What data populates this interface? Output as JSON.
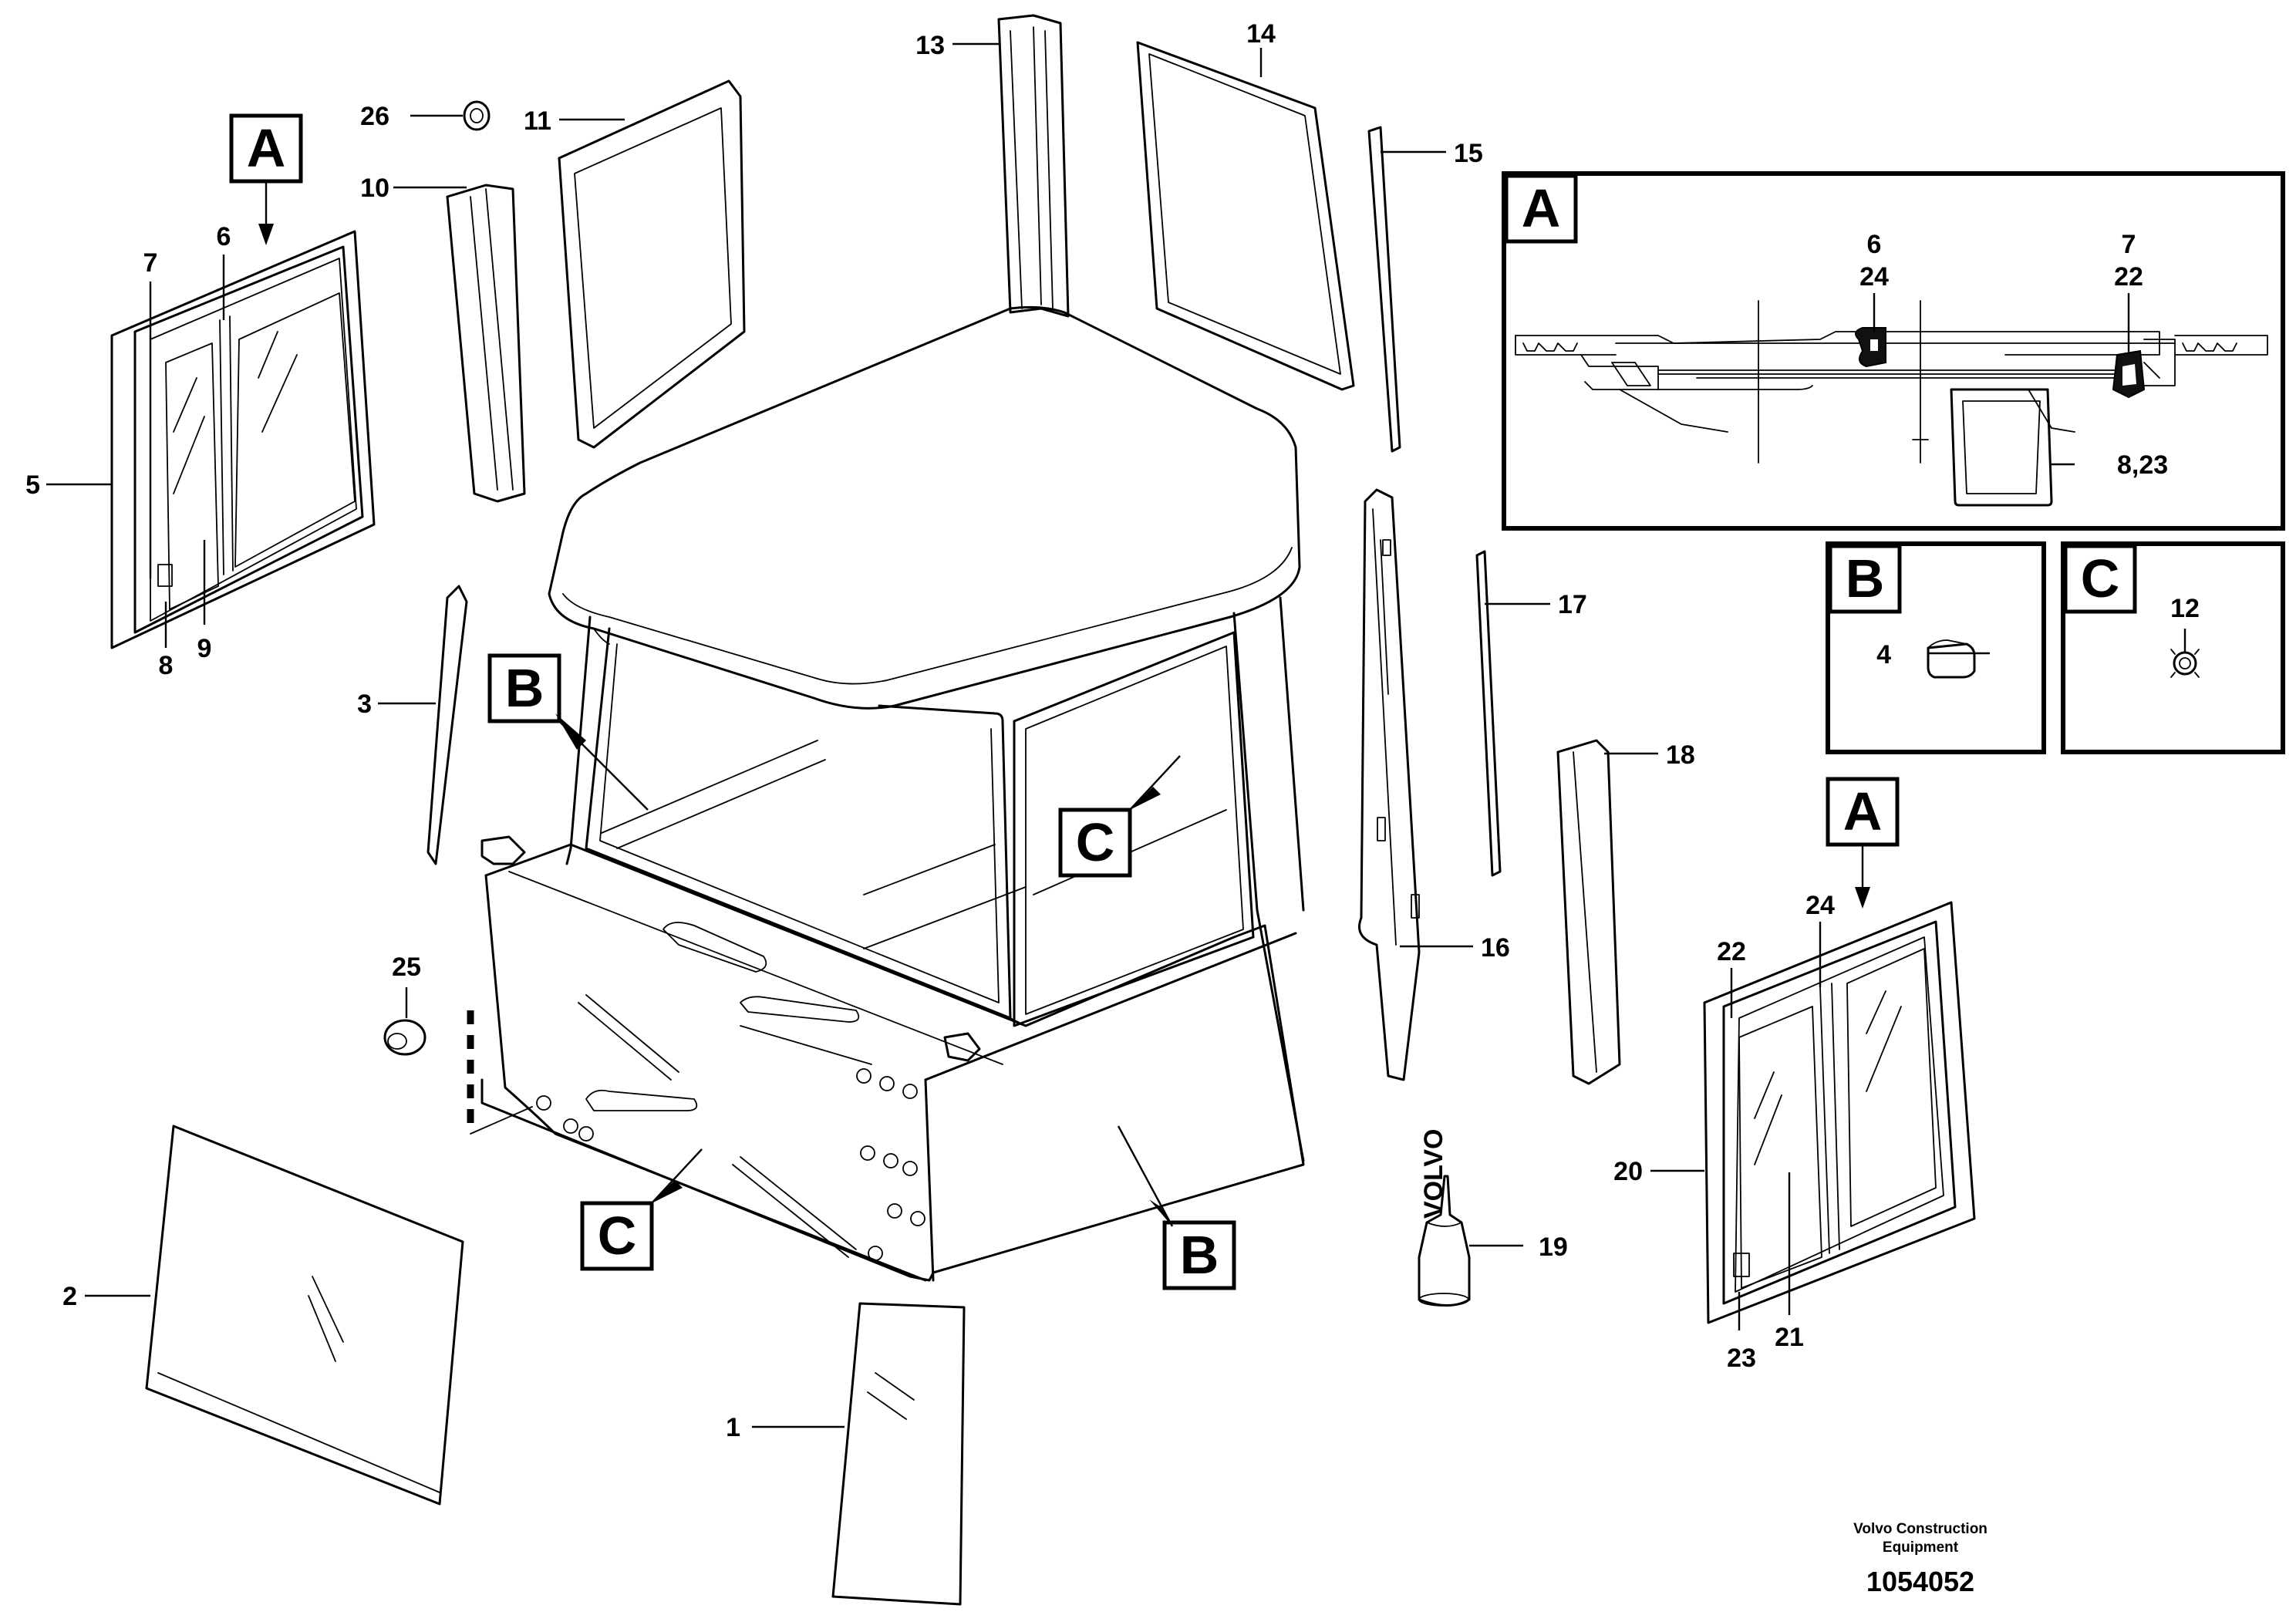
{
  "diagram": {
    "part_labels": [
      "1",
      "2",
      "3",
      "4",
      "5",
      "6",
      "7",
      "8",
      "9",
      "10",
      "11",
      "12",
      "13",
      "14",
      "15",
      "16",
      "17",
      "18",
      "19",
      "20",
      "21",
      "22",
      "23",
      "24",
      "25",
      "26"
    ],
    "detail_callouts": {
      "a": "A",
      "b": "B",
      "c": "C"
    },
    "detail_a_labels": {
      "top_left": "6",
      "mid_left": "24",
      "top_right": "7",
      "mid_right": "22",
      "bottom": "8,23"
    },
    "detail_b_label": "4",
    "detail_c_label": "12",
    "bottle_brand": "VOLVO"
  },
  "footer": {
    "company_line1": "Volvo Construction",
    "company_line2": "Equipment",
    "drawing_number": "1054052"
  }
}
